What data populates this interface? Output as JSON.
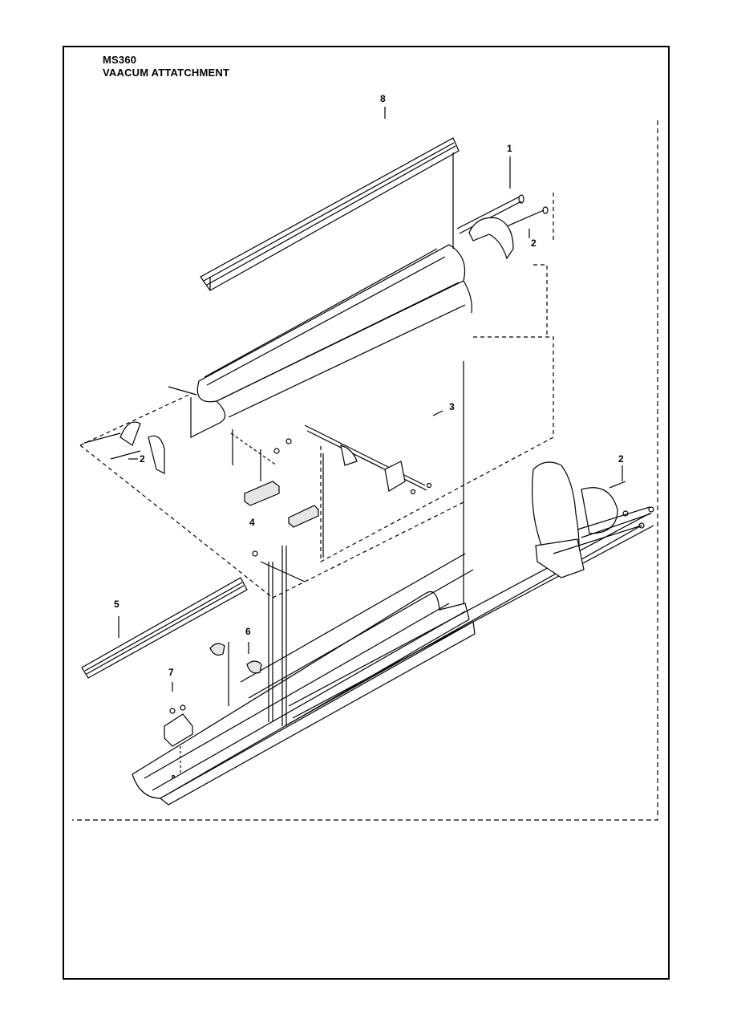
{
  "header": {
    "model": "MS360",
    "title": "VAACUM ATTATCHMENT"
  },
  "callouts": {
    "c1": "1",
    "c2a": "2",
    "c2b": "2",
    "c2c": "2",
    "c3": "3",
    "c4": "4",
    "c5": "5",
    "c6": "6",
    "c7": "7",
    "c8": "8"
  },
  "colors": {
    "ink": "#000000",
    "paper": "#ffffff",
    "shade": "#e6e6e6"
  }
}
